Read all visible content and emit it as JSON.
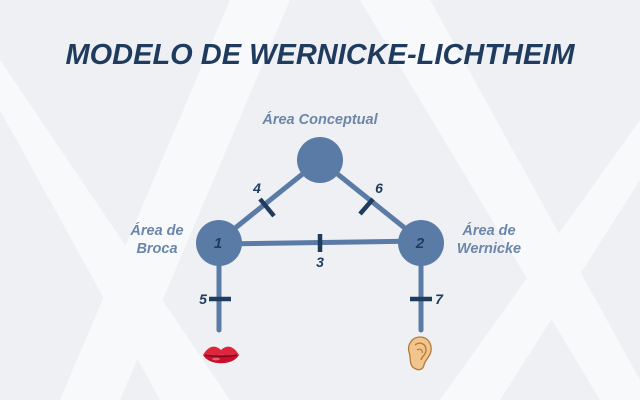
{
  "title": "MODELO DE WERNICKE-LICHTHEIM",
  "nodes": {
    "conceptual": {
      "label": "Área Conceptual"
    },
    "broca": {
      "number": "1",
      "label_line1": "Área de",
      "label_line2": "Broca"
    },
    "wernicke": {
      "number": "2",
      "label_line1": "Área de",
      "label_line2": "Wernicke"
    }
  },
  "connections": [
    "3",
    "4",
    "5",
    "6",
    "7"
  ],
  "icons": {
    "mouth": "lips-icon",
    "ear": "ear-icon"
  },
  "colors": {
    "background": "#eef0f3",
    "node": "#5a7ba6",
    "tick": "#1f3b5e",
    "title": "#1f3b5e",
    "label": "#6c86a9"
  }
}
